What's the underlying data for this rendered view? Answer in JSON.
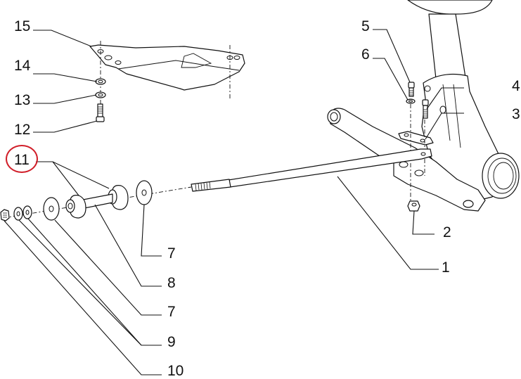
{
  "diagram": {
    "title": "Front suspension tie rod exploded view",
    "highlight_color": "#d11f2a",
    "highlighted_callout": "11",
    "callouts": [
      {
        "id": "c1",
        "label": "1"
      },
      {
        "id": "c2",
        "label": "2"
      },
      {
        "id": "c3",
        "label": "3"
      },
      {
        "id": "c4",
        "label": "4"
      },
      {
        "id": "c5",
        "label": "5"
      },
      {
        "id": "c6",
        "label": "6"
      },
      {
        "id": "c7a",
        "label": "7"
      },
      {
        "id": "c8",
        "label": "8"
      },
      {
        "id": "c7b",
        "label": "7"
      },
      {
        "id": "c9",
        "label": "9"
      },
      {
        "id": "c10",
        "label": "10"
      },
      {
        "id": "c11",
        "label": "11"
      },
      {
        "id": "c12",
        "label": "12"
      },
      {
        "id": "c13",
        "label": "13"
      },
      {
        "id": "c14",
        "label": "14"
      },
      {
        "id": "c15",
        "label": "15"
      }
    ]
  }
}
